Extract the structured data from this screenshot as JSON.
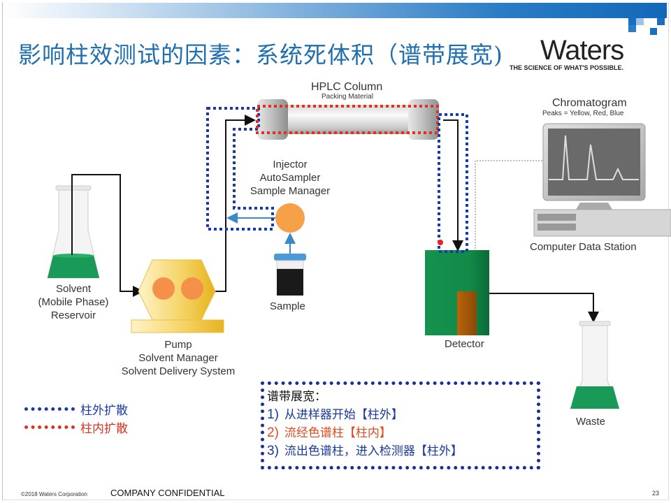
{
  "slide": {
    "title": "影响柱效测试的因素：系统死体积（谱带展宽)",
    "logo": "Waters",
    "tagline": "THE SCIENCE OF WHAT'S POSSIBLE.",
    "page_number": "23",
    "footer_copyright": "©2018 Waters Corporation",
    "footer_confidential": "COMPANY CONFIDENTIAL"
  },
  "diagram": {
    "column": {
      "title": "HPLC Column",
      "subtitle": "Packing Material"
    },
    "injector": {
      "lines": [
        "Injector",
        "AutoSampler",
        "Sample Manager"
      ]
    },
    "sample": {
      "label": "Sample"
    },
    "reservoir": {
      "lines": [
        "Solvent",
        "(Mobile Phase)",
        "Reservoir"
      ]
    },
    "pump": {
      "lines": [
        "Pump",
        "Solvent Manager",
        "Solvent Delivery System"
      ]
    },
    "detector": {
      "label": "Detector"
    },
    "waste": {
      "label": "Waste"
    },
    "computer": {
      "title": "Chromatogram",
      "subtitle": "Peaks = Yellow, Red, Blue",
      "label": "Computer Data Station"
    }
  },
  "legend": {
    "items": [
      {
        "label": "柱外扩散",
        "color": "#1a3aa8"
      },
      {
        "label": "柱内扩散",
        "color": "#e03020"
      }
    ]
  },
  "info_box": {
    "heading": "谱带展宽：",
    "items": [
      {
        "num": "1)",
        "text": "从进样器开始【柱外】",
        "color": "#1a3a9a"
      },
      {
        "num": "2)",
        "text": "流经色谱柱【柱内】",
        "color": "#e04a20"
      },
      {
        "num": "3)",
        "text": "流出色谱柱，进入检测器【柱外】",
        "color": "#1a3a9a"
      }
    ]
  },
  "colors": {
    "brand_blue": "#1f6fb0",
    "extra_column_dots": "#1a3aa8",
    "intra_column_dots": "#e03020",
    "detector_green": "#128a48",
    "solvent_green": "#1a9a58"
  }
}
